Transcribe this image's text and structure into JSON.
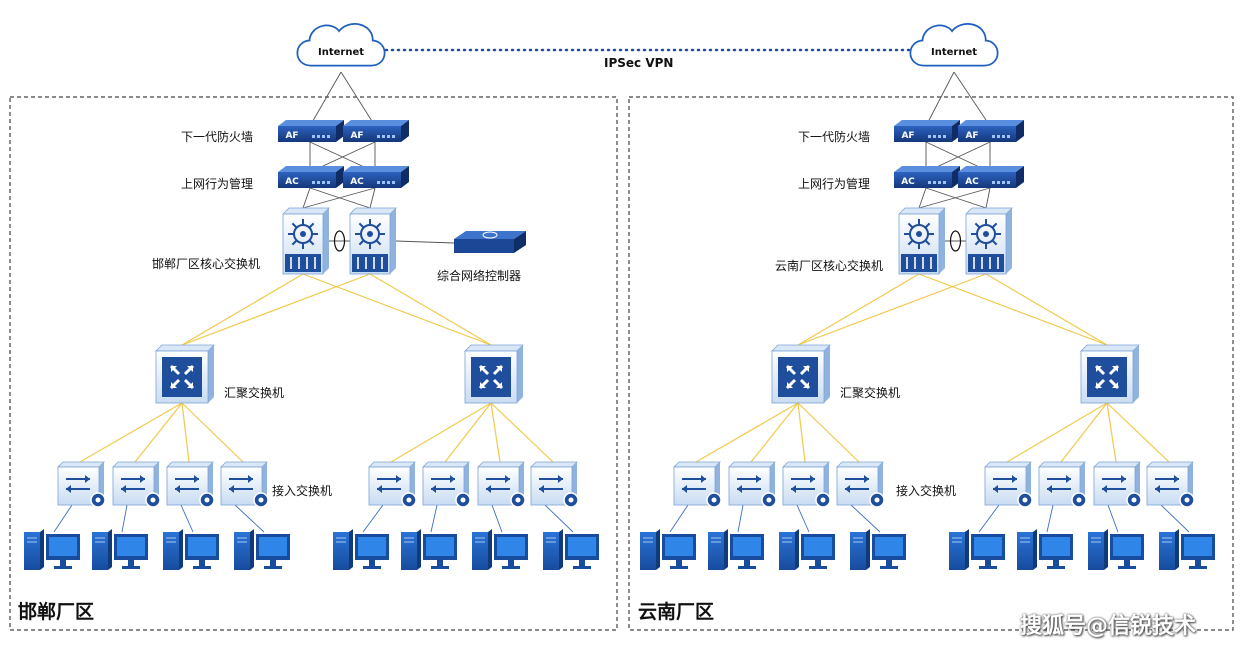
{
  "vpn_label": "IPSec VPN",
  "watermark": "搜狐号@信锐技术",
  "sites": [
    {
      "name": "邯郸厂区",
      "internet": "Internet",
      "firewall_label": "下一代防火墙",
      "firewall_tag": "AF",
      "acm_label": "上网行为管理",
      "acm_tag": "AC",
      "core_label": "邯郸厂区核心交换机",
      "controller_label": "综合网络控制器",
      "aggregation_label": "汇聚交换机",
      "access_label": "接入交换机"
    },
    {
      "name": "云南厂区",
      "internet": "Internet",
      "firewall_label": "下一代防火墙",
      "firewall_tag": "AF",
      "acm_label": "上网行为管理",
      "acm_tag": "AC",
      "core_label": "云南厂区核心交换机",
      "aggregation_label": "汇聚交换机",
      "access_label": "接入交换机"
    }
  ],
  "colors": {
    "link_gold": "#f2c94c",
    "device_blue": "#1f4e9c",
    "device_dark": "#173a7a",
    "box_border": "#444444",
    "cloud_stroke": "#1f5fbf"
  }
}
